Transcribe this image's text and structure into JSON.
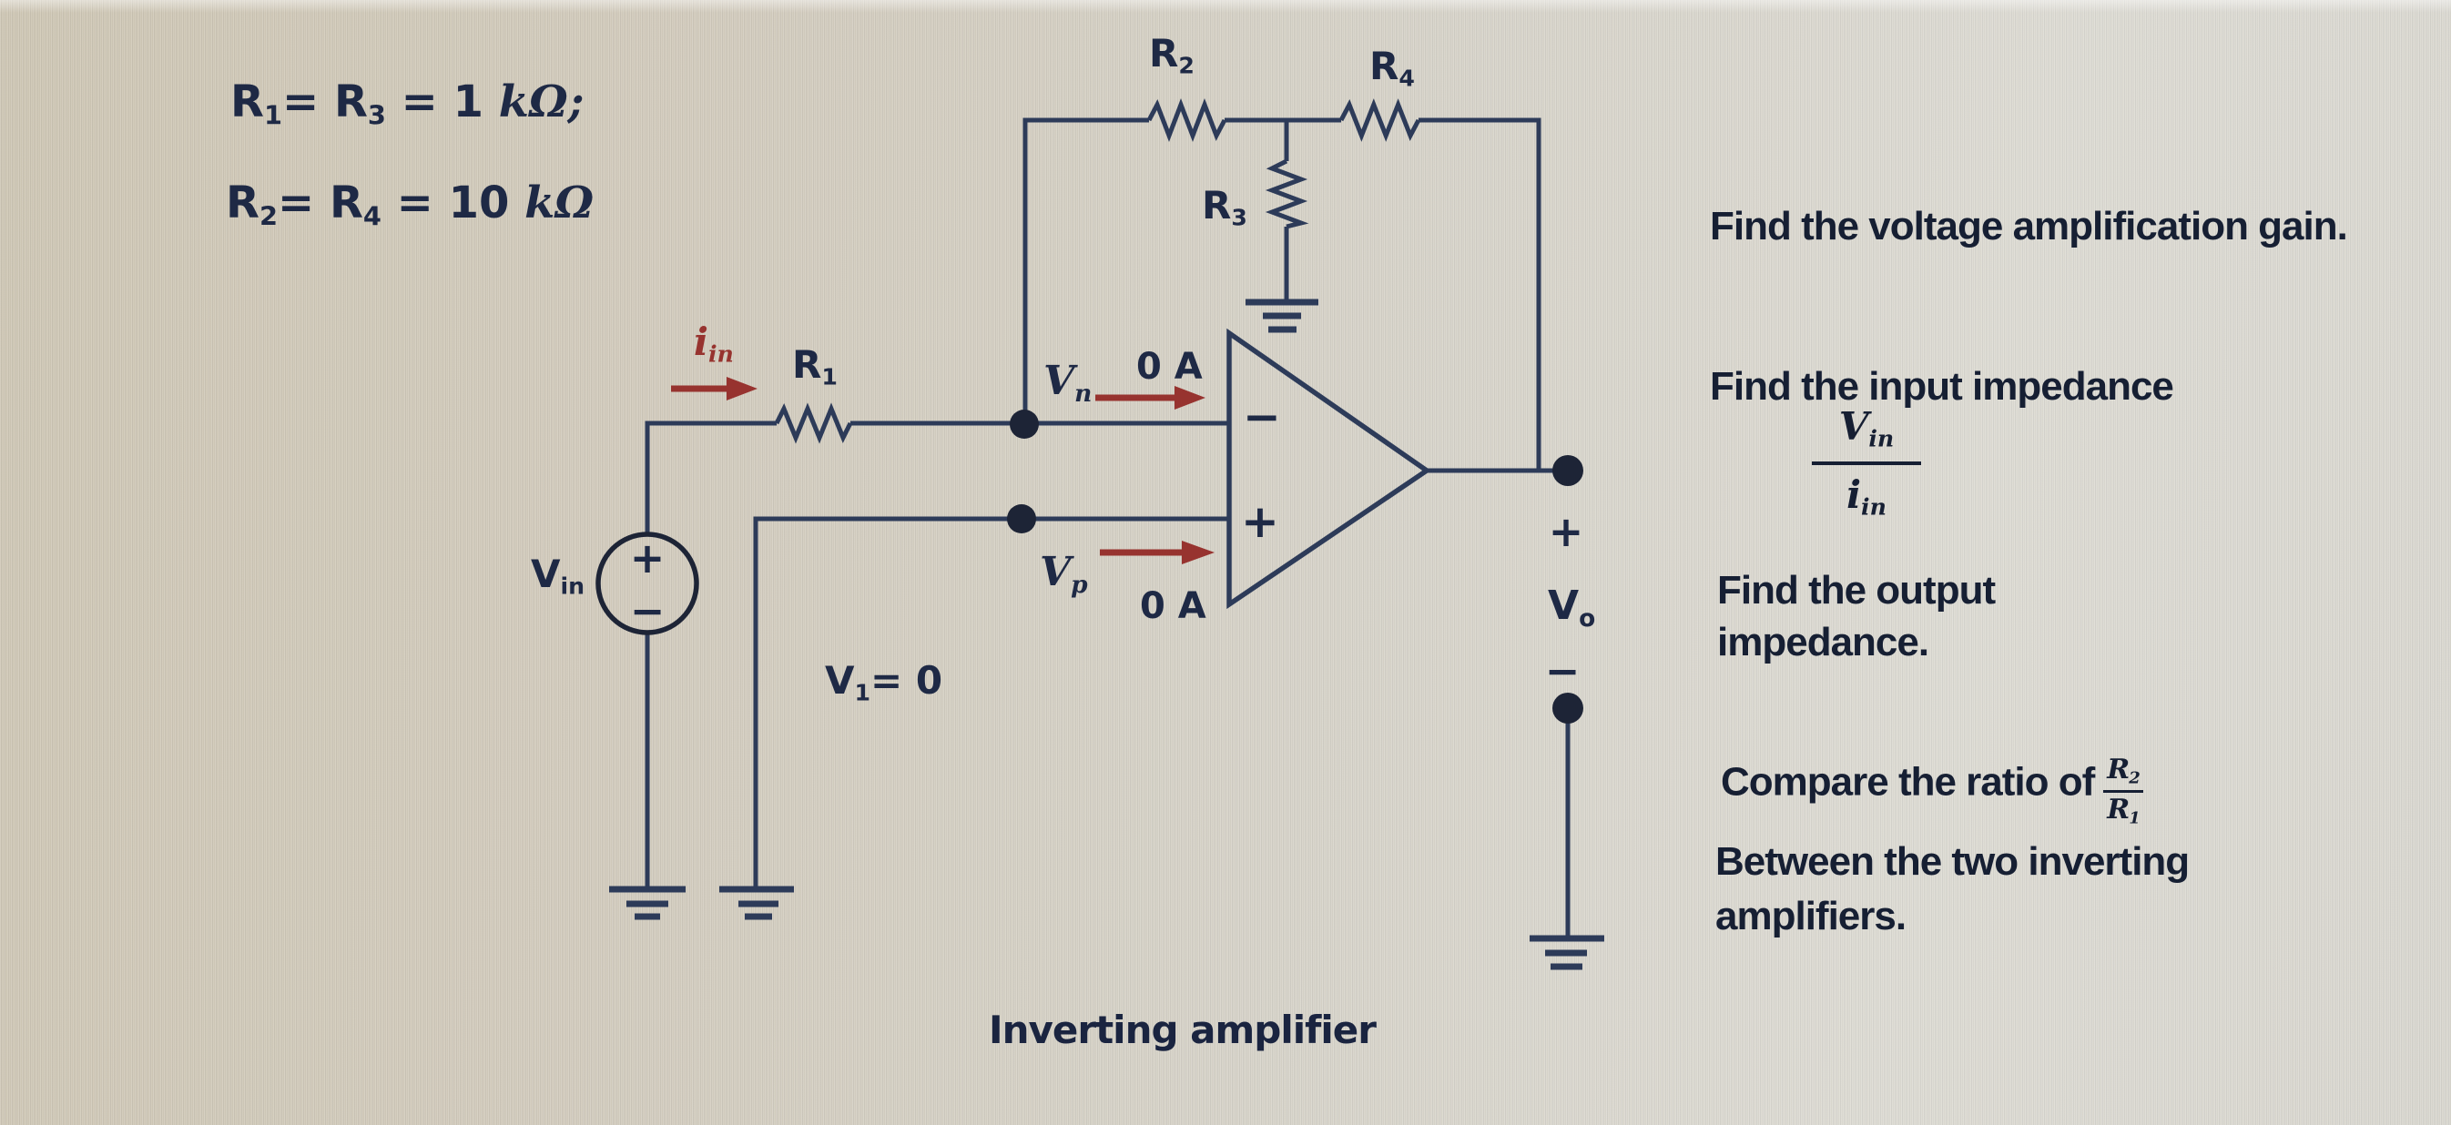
{
  "colors": {
    "wire": "#2d3b59",
    "ink": "#1d2436",
    "red": "#97332f",
    "label": "#1e2945",
    "caption": "#1a2440",
    "task_text": "#161f33",
    "bg_left": "#cdc5b2",
    "bg_right": "#dad8d0"
  },
  "equations": {
    "line1": {
      "r_a": "R",
      "sub_a": "1",
      "mid": "= R",
      "sub_b": "3",
      "eq": " = 1 ",
      "unit": "kΩ;"
    },
    "line2": {
      "r_a": "R",
      "sub_a": "2",
      "mid": "= R",
      "sub_b": "4",
      "eq": " = 10 ",
      "unit": "kΩ"
    }
  },
  "circuit": {
    "source": {
      "label": "V",
      "label_sub": "in",
      "plus": "+",
      "minus": "−"
    },
    "iin": {
      "base": "i",
      "sub": "in"
    },
    "r1": {
      "base": "R",
      "sub": "1"
    },
    "r2": {
      "base": "R",
      "sub": "2"
    },
    "r3": {
      "base": "R",
      "sub": "3"
    },
    "r4": {
      "base": "R",
      "sub": "4"
    },
    "vn": {
      "base": "V",
      "sub": "n"
    },
    "vp": {
      "base": "V",
      "sub": "p"
    },
    "zero_current_top": "0 A",
    "zero_current_bottom": "0 A",
    "v1": {
      "base": "V",
      "sub": "1",
      "rest": "= 0"
    },
    "opamp": {
      "minus": "−",
      "plus": "+"
    },
    "output": {
      "plus": "+",
      "label": "V",
      "label_sub": "o",
      "minus": "−"
    },
    "caption": "Inverting amplifier"
  },
  "tasks": {
    "item1": "Find the voltage amplification gain.",
    "item2": "Find the input impedance",
    "item2_fraction": {
      "num": "V",
      "num_sub": "in",
      "den": "i",
      "den_sub": "in"
    },
    "item3_line1": "Find the output",
    "item3_line2": "impedance.",
    "item4_line1": "Compare the ratio of",
    "item4_fraction": {
      "num": "R",
      "num_sub": "2",
      "den": "R",
      "den_sub": "1"
    },
    "item4_line2": "Between the two inverting",
    "item4_line3": "amplifiers."
  }
}
